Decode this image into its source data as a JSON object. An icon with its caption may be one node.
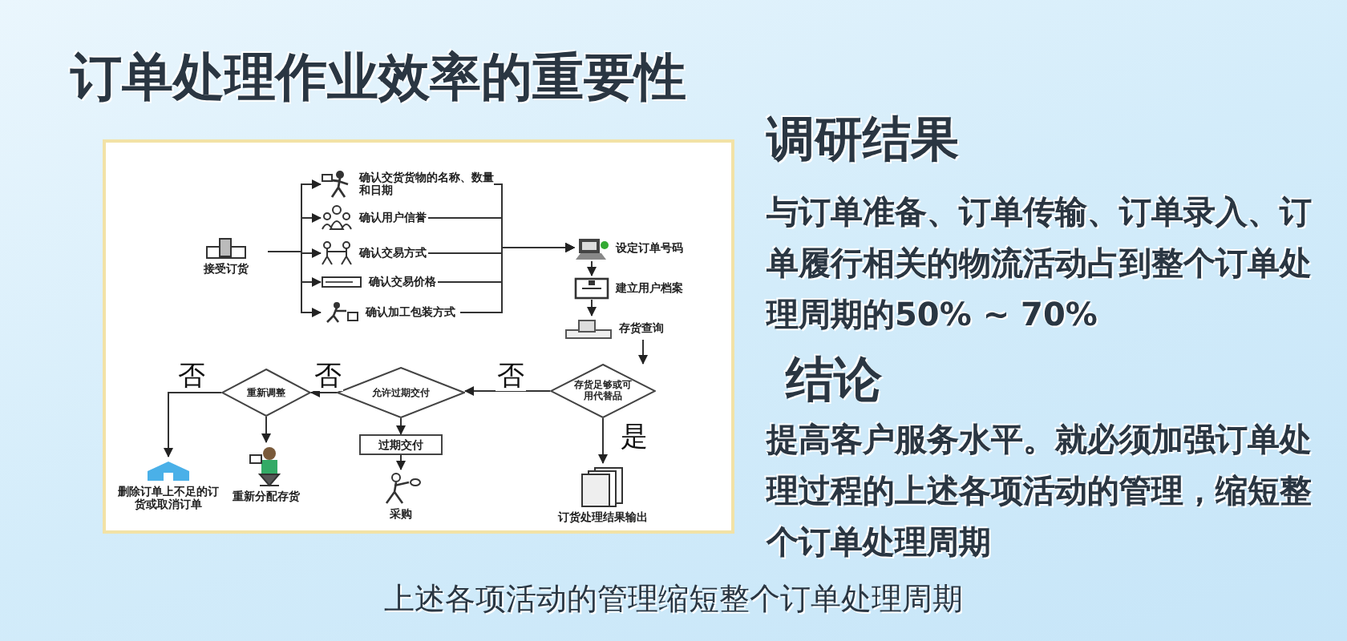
{
  "diagram": {
    "title": "订单处理作业效率的重要性",
    "caption": "上述各项活动的管理缩短整个订单处理周期",
    "nodes": [
      {
        "text": [
          "接受订货"
        ]
      },
      {
        "text": [
          "确认交货货物的名称、数量和日期"
        ]
      },
      {
        "text": [
          "确认用户信誉"
        ]
      },
      {
        "text": [
          "确认交易方式"
        ]
      },
      {
        "text": [
          "确认交易价格"
        ]
      },
      {
        "text": [
          "确认加工包装方式"
        ]
      },
      {
        "text": [
          "设定订单号码"
        ]
      },
      {
        "text": [
          "建立用户档案"
        ]
      },
      {
        "text": [
          "存货查询"
        ]
      },
      {
        "text": [
          "存货足够或可用代替品"
        ]
      },
      {
        "text": [
          "允许过期交付"
        ]
      },
      {
        "text": [
          "重新调整"
        ]
      },
      {
        "text": [
          "过期交付"
        ]
      },
      {
        "text": [
          "采购"
        ]
      },
      {
        "text": [
          "重新分配存货"
        ]
      },
      {
        "text": [
          "删除订单上不足的订货或取消订单"
        ]
      },
      {
        "text": [
          "订货处理结果输出"
        ]
      }
    ],
    "edges": [
      {
        "from": 0,
        "to": 1,
        "arrow": "to"
      },
      {
        "from": 0,
        "to": 2,
        "arrow": "to"
      },
      {
        "from": 0,
        "to": 3,
        "arrow": "to"
      },
      {
        "from": 0,
        "to": 4,
        "arrow": "to"
      },
      {
        "from": 0,
        "to": 5,
        "arrow": "to"
      },
      {
        "from": 1,
        "to": 6,
        "arrow": "to"
      },
      {
        "from": 2,
        "to": 6,
        "arrow": "to"
      },
      {
        "from": 3,
        "to": 6,
        "arrow": "to"
      },
      {
        "from": 4,
        "to": 6,
        "arrow": "to"
      },
      {
        "from": 5,
        "to": 6,
        "arrow": "to"
      },
      {
        "from": 6,
        "to": 7,
        "arrow": "to"
      },
      {
        "from": 7,
        "to": 8,
        "arrow": "to"
      },
      {
        "from": 8,
        "to": 9,
        "arrow": "to"
      },
      {
        "from": 9,
        "to": 10,
        "arrow": "to",
        "label": "否"
      },
      {
        "from": 9,
        "to": 16,
        "arrow": "to",
        "label": "是"
      },
      {
        "from": 10,
        "to": 11,
        "arrow": "to",
        "label": "否"
      },
      {
        "from": 10,
        "to": 12,
        "arrow": "to"
      },
      {
        "from": 12,
        "to": 13,
        "arrow": "to"
      },
      {
        "from": 11,
        "to": 14,
        "arrow": "to"
      },
      {
        "from": 11,
        "to": 15,
        "arrow": "to",
        "label": "否"
      }
    ],
    "labels": [
      "调研结果",
      "与订单准备、订单传输、订单录入、订单履行相关的物流活动占到整个订单处理周期的50% ~ 70%",
      "结论",
      "提高客户服务水平。就必须加强订单处理过程的上述各项活动的管理，缩短整个订单处理周期"
    ]
  }
}
